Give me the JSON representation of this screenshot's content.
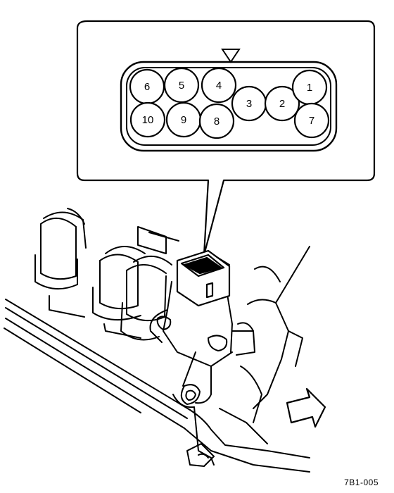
{
  "connector": {
    "pins": [
      {
        "label": "6"
      },
      {
        "label": "5"
      },
      {
        "label": "4"
      },
      {
        "label": "3"
      },
      {
        "label": "2"
      },
      {
        "label": "1"
      },
      {
        "label": "10"
      },
      {
        "label": "9"
      },
      {
        "label": "8"
      },
      {
        "label": "7"
      }
    ]
  },
  "figure_code": "7B1-005"
}
